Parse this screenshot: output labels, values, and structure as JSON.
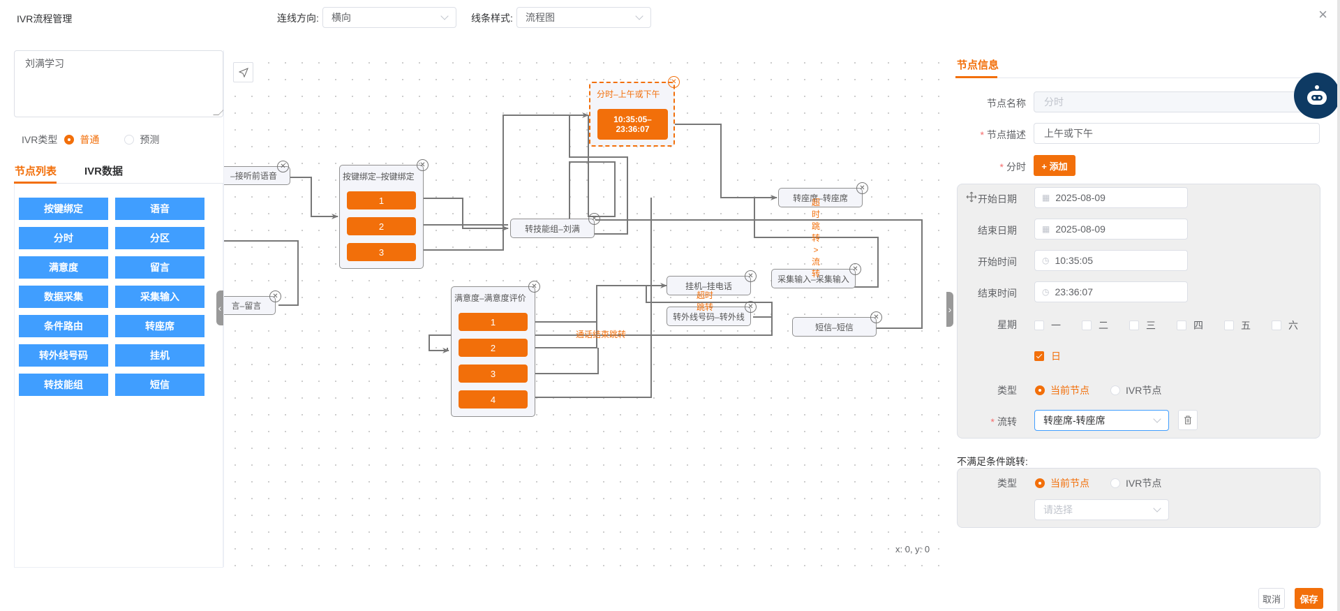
{
  "header": {
    "title": "IVR流程管理",
    "direction_label": "连线方向:",
    "direction_value": "横向",
    "style_label": "线条样式:",
    "style_value": "流程图",
    "close_icon": "×"
  },
  "left": {
    "ivr_name": "刘满学习",
    "ivr_type_label": "IVR类型",
    "ivr_type_options": [
      "普通",
      "预测"
    ],
    "ivr_type_selected": "普通",
    "tabs": [
      "节点列表",
      "IVR数据"
    ],
    "active_tab": "节点列表",
    "node_buttons": [
      "按键绑定",
      "语音",
      "分时",
      "分区",
      "满意度",
      "留言",
      "数据采集",
      "采集输入",
      "条件路由",
      "转座席",
      "转外线号码",
      "挂机",
      "转技能组",
      "短信"
    ]
  },
  "canvas": {
    "nodes": {
      "listen_voice": "–接听前语音",
      "key_bind_group": "按键绑定–按键绑定",
      "key_bind_options": [
        "1",
        "2",
        "3"
      ],
      "time_group": "分时–上午或下午",
      "time_option": "10:35:05–23:36:07",
      "skill_group": "转技能组–刘满",
      "seat": "转座席–转座席",
      "collect_input": "采集输入–采集输入",
      "hangup": "挂机–挂电话",
      "outside_line": "转外线号码–转外线",
      "sms": "短信–短信",
      "message": "言–留言",
      "satisfaction_group": "满意度–满意度评价",
      "satisfaction_options": [
        "1",
        "2",
        "3",
        "4"
      ]
    },
    "edge_labels": {
      "timeout_vertical": [
        "超",
        "时",
        "跳",
        "转",
        ">",
        "流",
        "转"
      ],
      "timeout_jump_1": "超时",
      "timeout_jump_2": "跳转",
      "call_end_jump": "通话结束跳转"
    },
    "coords": "x: 0, y: 0"
  },
  "right": {
    "tab": "节点信息",
    "node_name_label": "节点名称",
    "node_name_value": "分时",
    "node_desc_label": "节点描述",
    "node_desc_value": "上午或下午",
    "time_label": "分时",
    "add_label": "+ 添加",
    "start_date_label": "开始日期",
    "start_date": "2025-08-09",
    "end_date_label": "结束日期",
    "end_date": "2025-08-09",
    "start_time_label": "开始时间",
    "start_time": "10:35:05",
    "end_time_label": "结束时间",
    "end_time": "23:36:07",
    "week_label": "星期",
    "weekdays": [
      {
        "label": "一",
        "checked": false
      },
      {
        "label": "二",
        "checked": false
      },
      {
        "label": "三",
        "checked": false
      },
      {
        "label": "四",
        "checked": false
      },
      {
        "label": "五",
        "checked": false
      },
      {
        "label": "六",
        "checked": false
      },
      {
        "label": "日",
        "checked": true
      }
    ],
    "type_label": "类型",
    "type_options": [
      "当前节点",
      "IVR节点"
    ],
    "type_selected": "当前节点",
    "flow_label": "流转",
    "flow_value": "转座席-转座席",
    "unmet_label": "不满足条件跳转:",
    "unmet_type_label": "类型",
    "unmet_type_options": [
      "当前节点",
      "IVR节点"
    ],
    "unmet_type_selected": "当前节点",
    "unmet_placeholder": "请选择"
  },
  "footer": {
    "cancel": "取消",
    "save": "保存"
  },
  "colors": {
    "accent": "#f26f0a",
    "node_button": "#409eff",
    "robot": "#0e3a63"
  }
}
